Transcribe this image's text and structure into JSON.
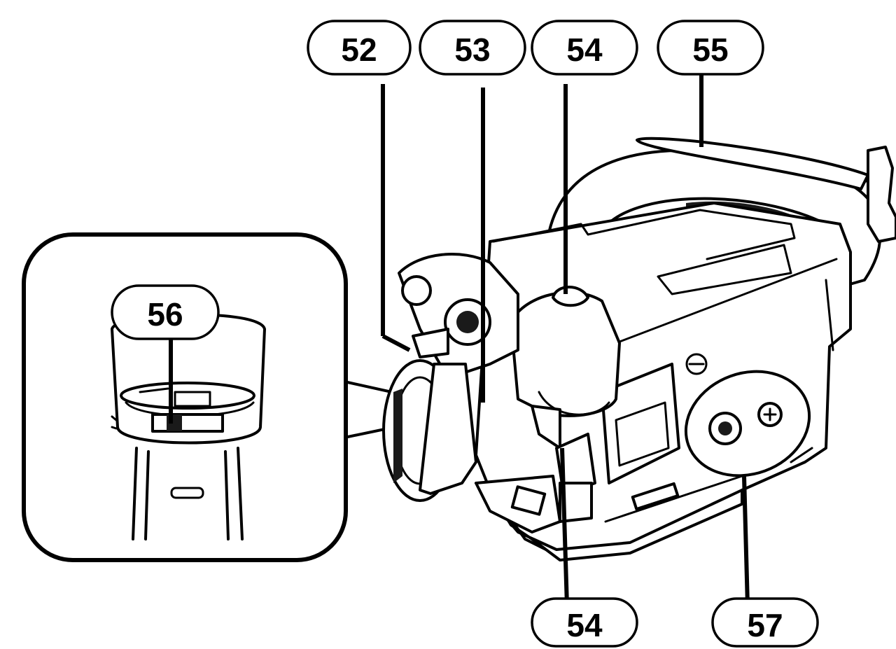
{
  "callouts": {
    "c52": "52",
    "c53": "53",
    "c54_top": "54",
    "c55": "55",
    "c56": "56",
    "c54_bottom": "54",
    "c57": "57"
  }
}
